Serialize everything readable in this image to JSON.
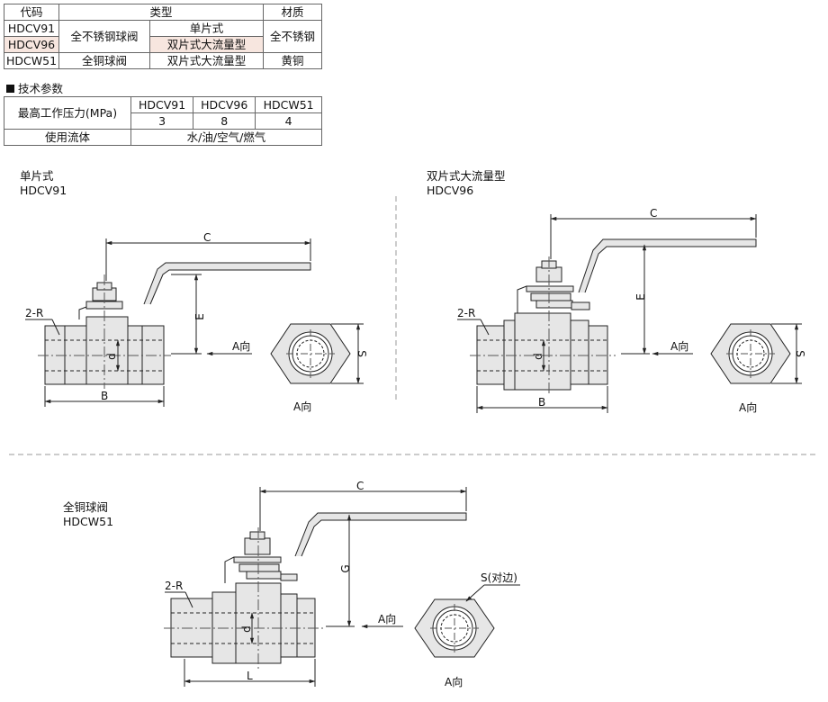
{
  "spec_table": {
    "headers": {
      "code": "代码",
      "type": "类型",
      "material": "材质"
    },
    "rows": [
      {
        "code": "HDCV91",
        "type_group": "全不锈钢球阀",
        "type": "单片式",
        "material": "全不锈钢"
      },
      {
        "code": "HDCV96",
        "type": "双片式大流量型"
      },
      {
        "code": "HDCW51",
        "type_group": "全铜球阀",
        "type": "双片式大流量型",
        "material": "黄铜"
      }
    ]
  },
  "tech_params": {
    "title": "技术参数",
    "pressure_label": "最高工作压力(MPa)",
    "fluid_label": "使用流体",
    "models": [
      "HDCV91",
      "HDCV96",
      "HDCW51"
    ],
    "pressures": [
      "3",
      "8",
      "4"
    ],
    "fluid": "水/油/空气/燃气"
  },
  "drawings": [
    {
      "title": "单片式",
      "model": "HDCV91",
      "dims": {
        "c": "C",
        "e": "E",
        "b": "B",
        "d": "d",
        "s": "S",
        "r": "2-R"
      },
      "view_arrow": "A向",
      "view_label": "A向"
    },
    {
      "title": "双片式大流量型",
      "model": "HDCV96",
      "dims": {
        "c": "C",
        "e": "E",
        "b": "B",
        "d": "d",
        "s": "S",
        "r": "2-R"
      },
      "view_arrow": "A向",
      "view_label": "A向"
    },
    {
      "title": "全铜球阀",
      "model": "HDCW51",
      "dims": {
        "c": "C",
        "g": "G",
        "l": "L",
        "d": "d",
        "s": "S(对边)",
        "r": "2-R"
      },
      "view_arrow": "A向",
      "view_label": "A向"
    }
  ],
  "colors": {
    "body_fill": "#e6e6e6",
    "line": "#222222",
    "highlight": "#f7e6df"
  }
}
